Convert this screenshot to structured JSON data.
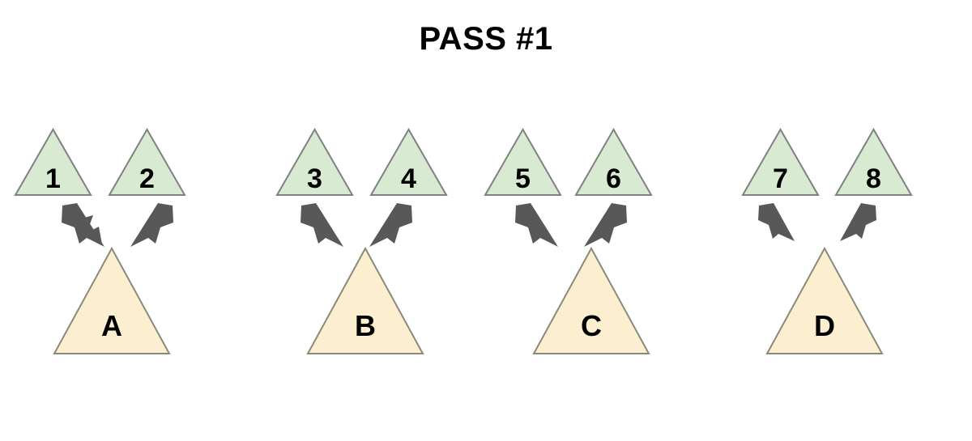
{
  "page": {
    "title": "PASS #1",
    "background": "#ffffff"
  },
  "style": {
    "source_fill": "#d9ead3",
    "source_stroke": "#808080",
    "target_fill": "#fcefd0",
    "target_stroke": "#8a8a7a",
    "arrow_color": "#585858",
    "label_color": "#000000"
  },
  "diagram": {
    "type": "merge-pass",
    "groups": [
      {
        "id": "group-a",
        "sources": [
          {
            "label": "1"
          },
          {
            "label": "2"
          }
        ],
        "target": {
          "label": "A"
        },
        "arrows": [
          {
            "direction": "down-right"
          },
          {
            "direction": "down-left"
          }
        ]
      },
      {
        "id": "group-b",
        "sources": [
          {
            "label": "3"
          },
          {
            "label": "4"
          }
        ],
        "target": {
          "label": "B"
        },
        "arrows": [
          {
            "direction": "down-right"
          },
          {
            "direction": "down-left"
          }
        ]
      },
      {
        "id": "group-c",
        "sources": [
          {
            "label": "5"
          },
          {
            "label": "6"
          }
        ],
        "target": {
          "label": "C"
        },
        "arrows": [
          {
            "direction": "down-right"
          },
          {
            "direction": "down-left"
          }
        ]
      },
      {
        "id": "group-d",
        "sources": [
          {
            "label": "7"
          },
          {
            "label": "8"
          }
        ],
        "target": {
          "label": "D"
        },
        "arrows": [
          {
            "direction": "down-right"
          },
          {
            "direction": "down-left"
          }
        ]
      }
    ]
  }
}
